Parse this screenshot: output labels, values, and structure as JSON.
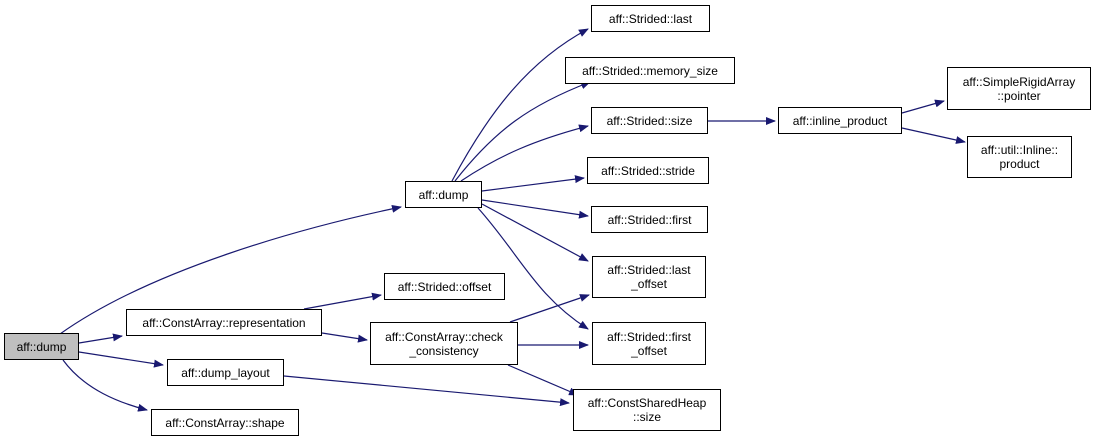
{
  "graph": {
    "edge_color": "#191970",
    "nodes": [
      {
        "id": "root",
        "lines": [
          "aff::dump"
        ],
        "highlight": true
      },
      {
        "id": "dump2",
        "lines": [
          "aff::dump"
        ]
      },
      {
        "id": "representation",
        "lines": [
          "aff::ConstArray::representation"
        ]
      },
      {
        "id": "dump_layout",
        "lines": [
          "aff::dump_layout"
        ]
      },
      {
        "id": "shape",
        "lines": [
          "aff::ConstArray::shape"
        ]
      },
      {
        "id": "offset",
        "lines": [
          "aff::Strided::offset"
        ]
      },
      {
        "id": "check",
        "lines": [
          "aff::ConstArray::check",
          "_consistency"
        ]
      },
      {
        "id": "last",
        "lines": [
          "aff::Strided::last"
        ]
      },
      {
        "id": "memory_size",
        "lines": [
          "aff::Strided::memory_size"
        ]
      },
      {
        "id": "size",
        "lines": [
          "aff::Strided::size"
        ]
      },
      {
        "id": "stride",
        "lines": [
          "aff::Strided::stride"
        ]
      },
      {
        "id": "first",
        "lines": [
          "aff::Strided::first"
        ]
      },
      {
        "id": "last_offset",
        "lines": [
          "aff::Strided::last",
          "_offset"
        ]
      },
      {
        "id": "first_offset",
        "lines": [
          "aff::Strided::first",
          "_offset"
        ]
      },
      {
        "id": "heap_size",
        "lines": [
          "aff::ConstSharedHeap",
          "::size"
        ]
      },
      {
        "id": "inline_product",
        "lines": [
          "aff::inline_product"
        ]
      },
      {
        "id": "pointer",
        "lines": [
          "aff::SimpleRigidArray",
          "::pointer"
        ]
      },
      {
        "id": "product",
        "lines": [
          "aff::util::Inline::",
          "product"
        ]
      }
    ],
    "edges": [
      {
        "from": "root",
        "to": "dump2"
      },
      {
        "from": "root",
        "to": "representation"
      },
      {
        "from": "root",
        "to": "dump_layout"
      },
      {
        "from": "root",
        "to": "shape"
      },
      {
        "from": "dump2",
        "to": "last"
      },
      {
        "from": "dump2",
        "to": "memory_size"
      },
      {
        "from": "dump2",
        "to": "size"
      },
      {
        "from": "dump2",
        "to": "stride"
      },
      {
        "from": "dump2",
        "to": "first"
      },
      {
        "from": "dump2",
        "to": "last_offset"
      },
      {
        "from": "dump2",
        "to": "first_offset"
      },
      {
        "from": "representation",
        "to": "offset"
      },
      {
        "from": "representation",
        "to": "check"
      },
      {
        "from": "check",
        "to": "last_offset"
      },
      {
        "from": "check",
        "to": "first_offset"
      },
      {
        "from": "check",
        "to": "heap_size"
      },
      {
        "from": "dump_layout",
        "to": "heap_size"
      },
      {
        "from": "size",
        "to": "inline_product"
      },
      {
        "from": "inline_product",
        "to": "pointer"
      },
      {
        "from": "inline_product",
        "to": "product"
      }
    ]
  }
}
